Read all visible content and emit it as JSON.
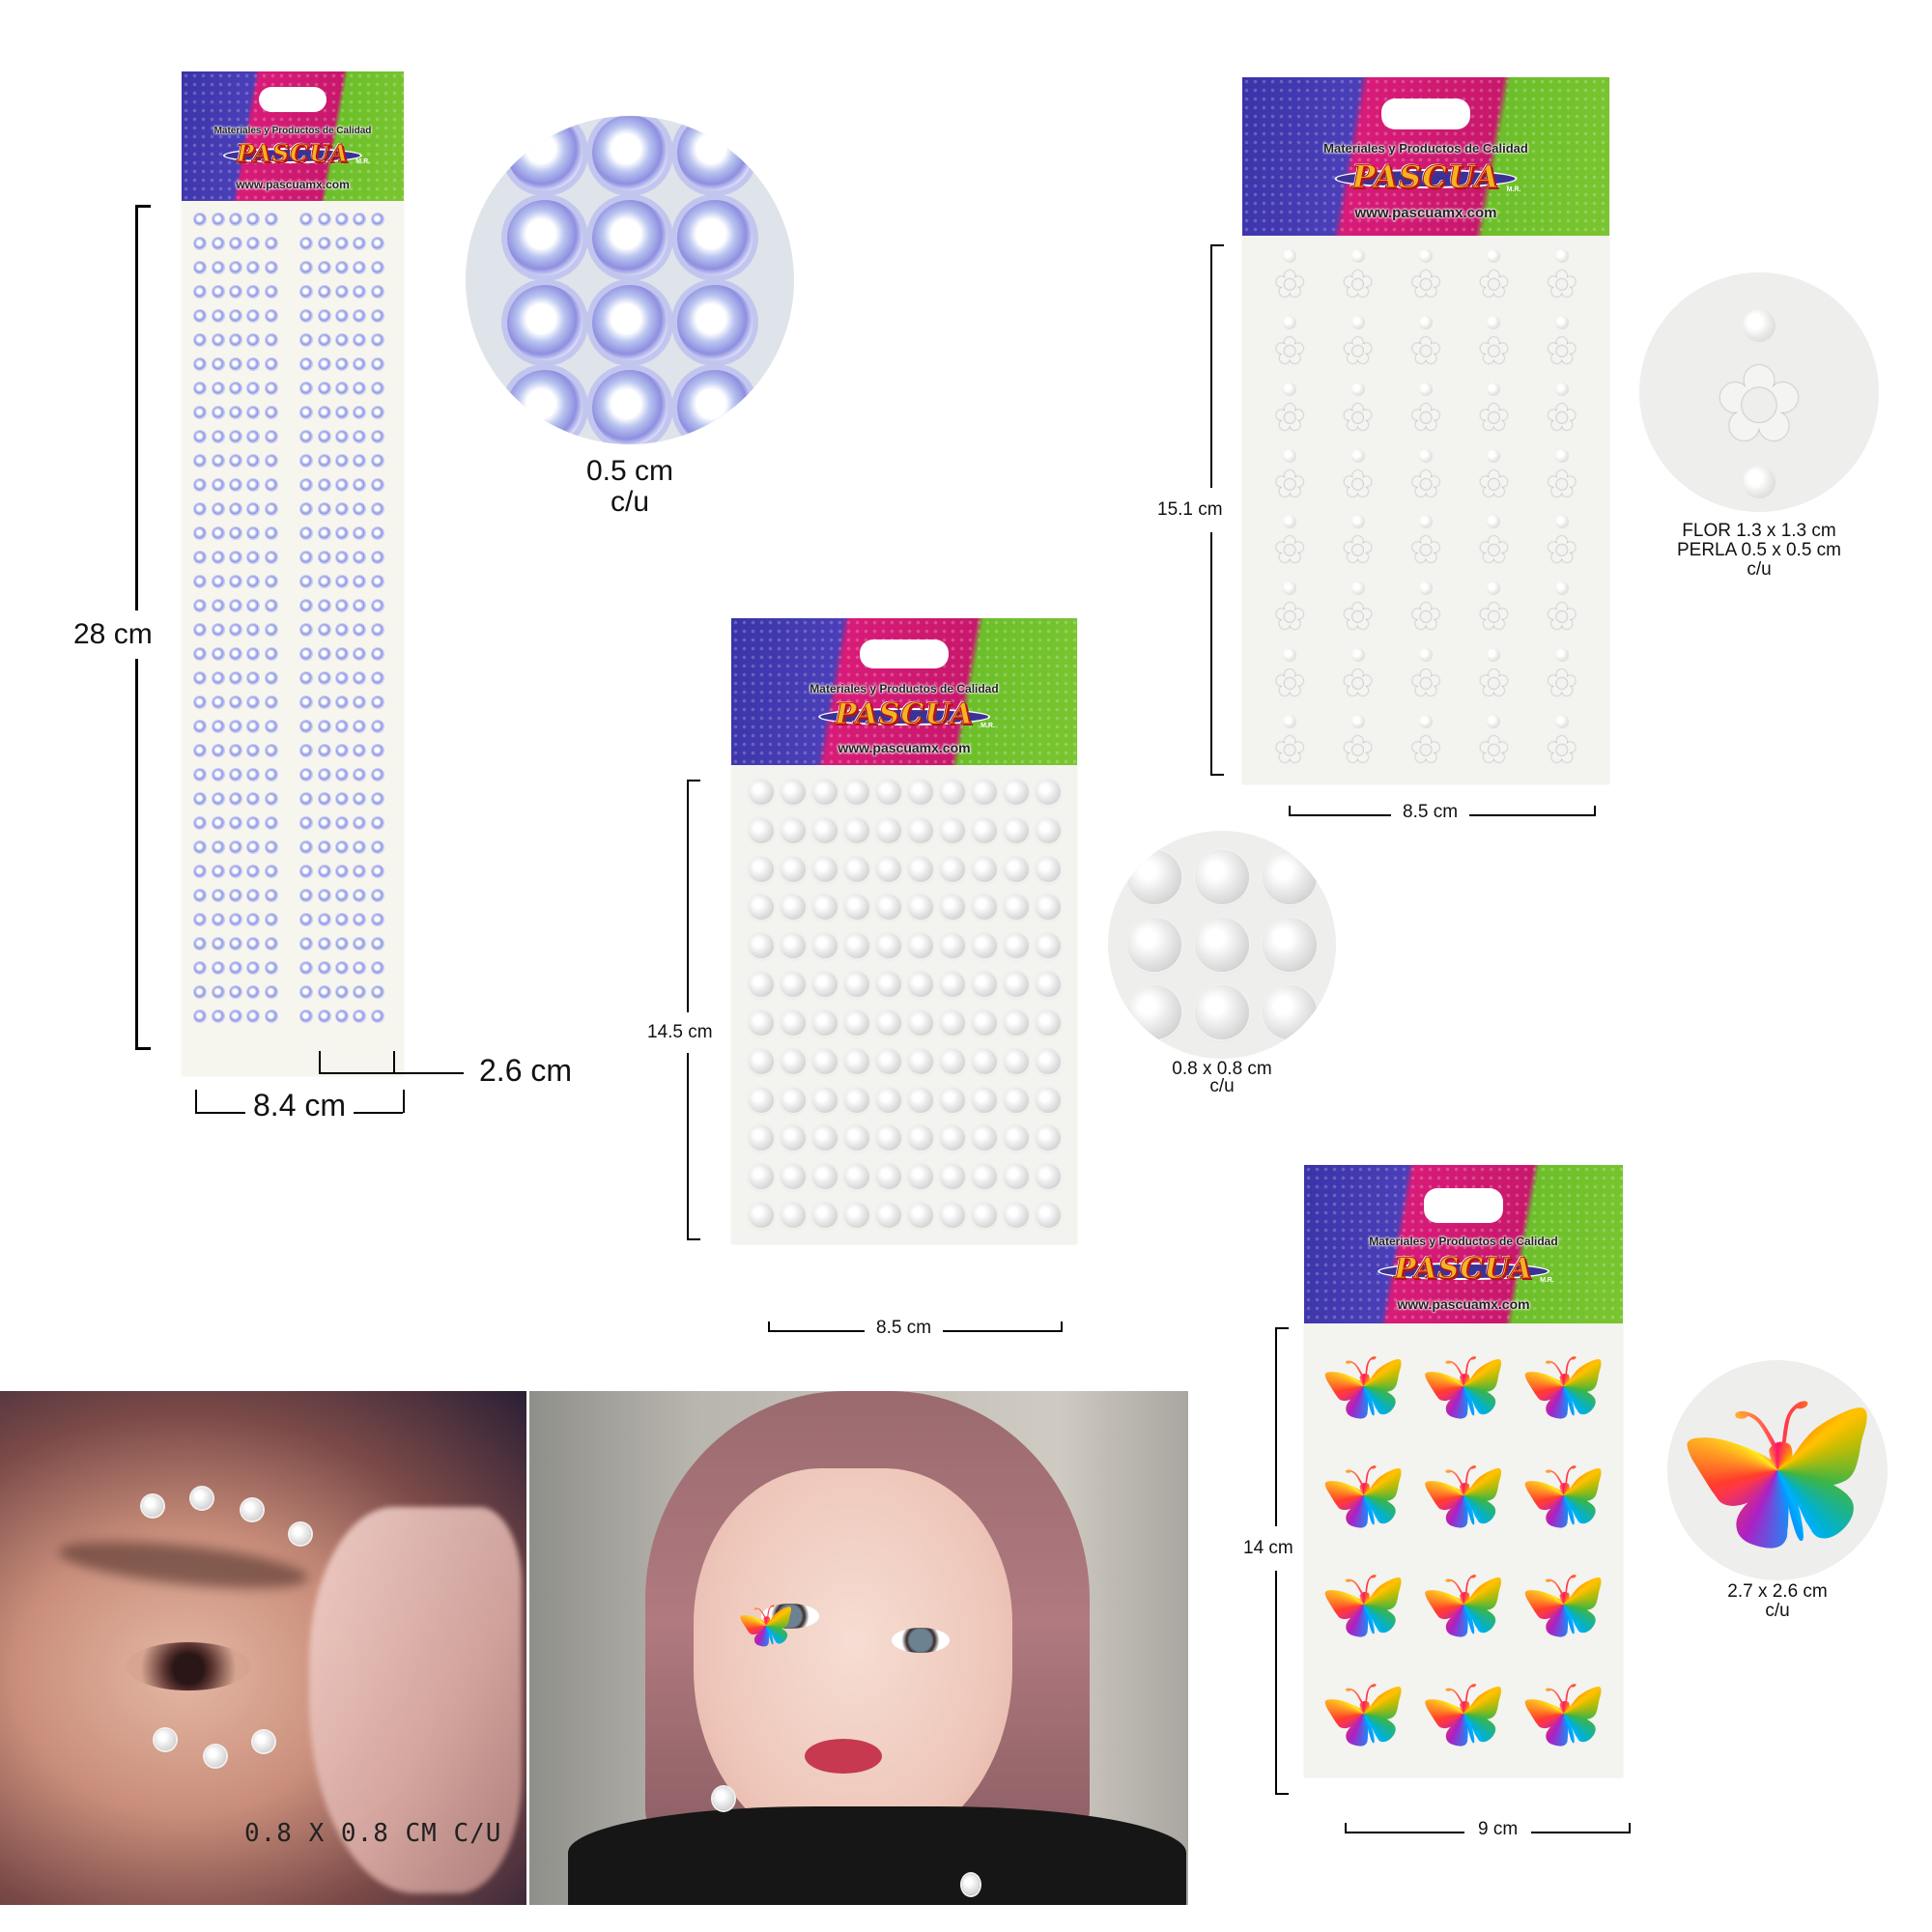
{
  "brand": {
    "tagline": "Materiales y Productos de Calidad",
    "name": "PASCUA",
    "registered_mark": "M.R.",
    "url": "www.pascuamx.com",
    "colors": {
      "purple": "#3a33a8",
      "magenta": "#d81b78",
      "green": "#6cbf2a",
      "logo_fill": "#f5b321",
      "logo_outline": "#b3141b"
    }
  },
  "products": [
    {
      "id": "rhinestone-strip",
      "height_label": "28 cm",
      "width_label": "8.4 cm",
      "strip_width_label": "2.6 cm",
      "detail_caption_line1": "0.5 cm",
      "detail_caption_line2": "c/u",
      "grid": {
        "columns": 10,
        "rows": 34
      }
    },
    {
      "id": "pearl-sheet",
      "height_label": "14.5 cm",
      "width_label": "8.5 cm",
      "detail_caption_line1": "0.8 x 0.8 cm",
      "detail_caption_line2": "c/u",
      "grid": {
        "columns": 10,
        "rows": 12
      }
    },
    {
      "id": "flower-pearl-sheet",
      "height_label": "15.1 cm",
      "width_label": "8.5 cm",
      "detail_caption_line1": "FLOR 1.3 x 1.3 cm",
      "detail_caption_line2": "PERLA 0.5 x 0.5 cm",
      "detail_caption_line3": "c/u",
      "grid": {
        "columns": 5,
        "rows": 8
      }
    },
    {
      "id": "butterfly-gem-sheet",
      "height_label": "14 cm",
      "width_label": "9 cm",
      "detail_caption_line1": "2.7 x 2.6 cm",
      "detail_caption_line2": "c/u",
      "grid": {
        "columns": 3,
        "rows": 4
      }
    }
  ],
  "photos": [
    {
      "id": "model-pearls",
      "overlay_text": "0.8 X 0.8 CM C/U"
    },
    {
      "id": "model-butterfly",
      "overlay_text": ""
    }
  ],
  "icons": {
    "flower": "✿",
    "butterfly": "🦋"
  }
}
